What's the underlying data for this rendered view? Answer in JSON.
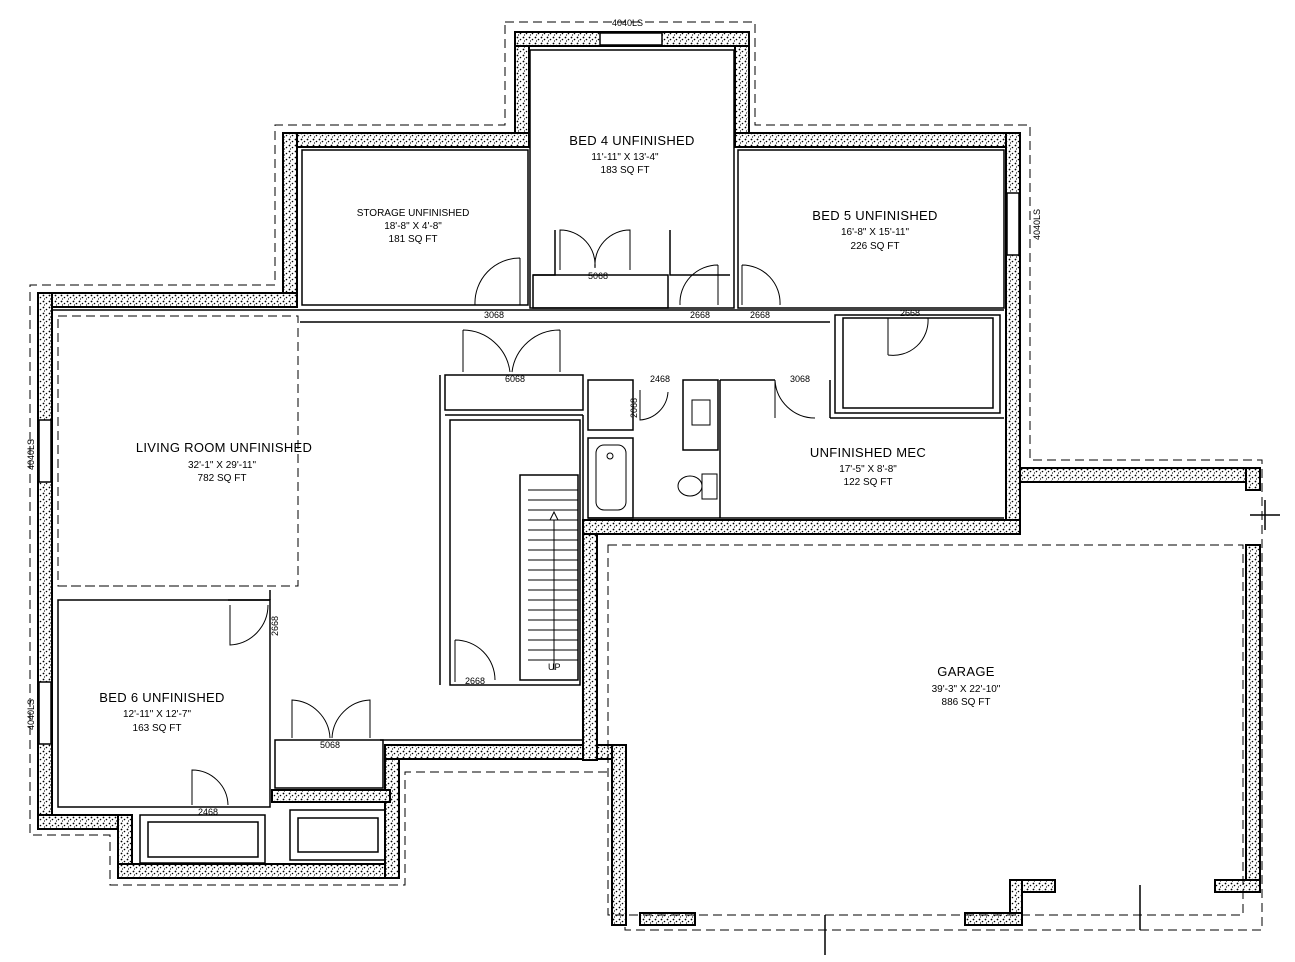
{
  "rooms": {
    "bed4": {
      "name": "BED 4 UNFINISHED",
      "dims": "11'-11\" X 13'-4\"",
      "area": "183 SQ FT"
    },
    "bed5": {
      "name": "BED 5 UNFINISHED",
      "dims": "16'-8\" X 15'-11\"",
      "area": "226 SQ FT"
    },
    "storage": {
      "name": "STORAGE UNFINISHED",
      "dims": "18'-8\" X 4'-8\"",
      "area": "181 SQ FT"
    },
    "living": {
      "name": "LIVING ROOM UNFINISHED",
      "dims": "32'-1\" X 29'-11\"",
      "area": "782 SQ FT"
    },
    "mec": {
      "name": "UNFINISHED MEC",
      "dims": "17'-5\" X 8'-8\"",
      "area": "122 SQ FT"
    },
    "garage": {
      "name": "GARAGE",
      "dims": "39'-3\" X 22'-10\"",
      "area": "886 SQ FT"
    },
    "bed6": {
      "name": "BED 6 UNFINISHED",
      "dims": "12'-11\" X 12'-7\"",
      "area": "163 SQ FT"
    }
  },
  "doors": {
    "d_5068_bed4": "5068",
    "d_3068_storage": "3068",
    "d_2668_a": "2668",
    "d_2668_b": "2668",
    "d_2668_bed5closet": "2668",
    "d_6068_hall": "6068",
    "d_2468_bath": "2468",
    "d_2068_bath": "2068",
    "d_3068_mec": "3068",
    "d_2668_stair": "2668",
    "d_2668_bed6": "2668",
    "d_5068_bed6": "5068",
    "d_2468_bed6closet": "2468"
  },
  "windows": {
    "top": "4040LS",
    "right": "4040LS",
    "left_upper": "4040LS",
    "left_lower": "4040LS"
  },
  "stair": {
    "label": "UP"
  }
}
